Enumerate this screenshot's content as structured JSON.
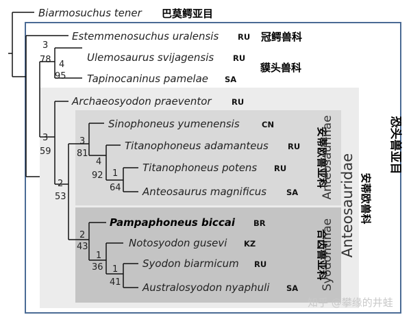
{
  "taxa": {
    "biarmosuchus": {
      "name": "Biarmosuchus tener",
      "zh": "巴莫鳄亚目"
    },
    "estemmenosuchus": {
      "name": "Estemmenosuchus uralensis",
      "region": "RU",
      "zh": "冠鳄兽科"
    },
    "ulemosaurus": {
      "name": "Ulemosaurus svijagensis",
      "region": "RU"
    },
    "tapinocaninus": {
      "name": "Tapinocaninus pamelae",
      "region": "SA",
      "zh": "貘头兽科"
    },
    "archaeosyodon": {
      "name": "Archaeosyodon praeventor",
      "region": "RU"
    },
    "sinophoneus": {
      "name": "Sinophoneus yumenensis",
      "region": "CN"
    },
    "titanophoneus_adamanteus": {
      "name": "Titanophoneus adamanteus",
      "region": "RU"
    },
    "titanophoneus_potens": {
      "name": "Titanophoneus potens",
      "region": "RU"
    },
    "anteosaurus": {
      "name": "Anteosaurus magnificus",
      "region": "SA"
    },
    "pampaphoneus": {
      "name": "Pampaphoneus biccai",
      "region": "BR"
    },
    "notosyodon": {
      "name": "Notosyodon gusevi",
      "region": "KZ"
    },
    "syodon": {
      "name": "Syodon biarmicum",
      "region": "RU"
    },
    "australosyodon": {
      "name": "Australosyodon nyaphuli",
      "region": "SA"
    }
  },
  "support": {
    "n1": {
      "top": "3",
      "bottom": "78"
    },
    "n2": {
      "top": "4",
      "bottom": "95"
    },
    "n3": {
      "top": "3",
      "bottom": "59"
    },
    "n4": {
      "top": "2",
      "bottom": "53"
    },
    "n5": {
      "top": "3",
      "bottom": "81"
    },
    "n6": {
      "top": "4",
      "bottom": "92"
    },
    "n7": {
      "top": "1",
      "bottom": "64"
    },
    "n8": {
      "top": "2",
      "bottom": "43"
    },
    "n9": {
      "top": "1",
      "bottom": "36"
    },
    "n10": {
      "top": "1",
      "bottom": "41"
    }
  },
  "groups": {
    "dinocephalia_zh": "恐头兽亚目",
    "anteosauridae": "Anteosauridae",
    "anteosauridae_zh": "安蒂欧兽科",
    "anteosaurinae": "Anteosaurinae",
    "anteosaurinae_zh": "安蒂欧兽亚科",
    "syodontinae": "Syodontinae",
    "syodontinae_zh": "合齿兽亚科"
  },
  "watermark": "知乎 @攀缘的井蛙",
  "colors": {
    "dinocephalia_border": "#4a6a94",
    "anteosauridae_fill": "#ececec",
    "anteosaurinae_fill": "#d9d9d9",
    "syodontinae_fill": "#c4c4c4"
  }
}
